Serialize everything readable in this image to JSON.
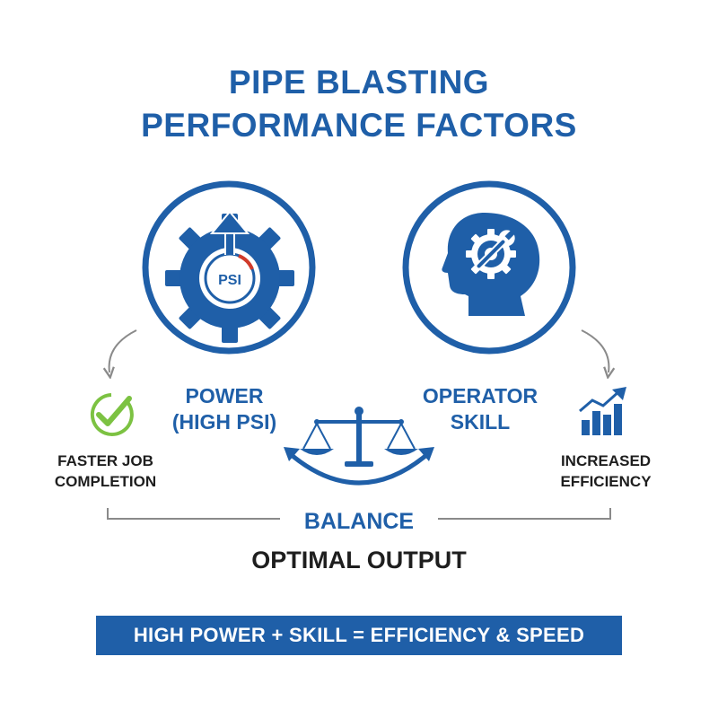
{
  "title": {
    "line1": "PIPE BLASTING",
    "line2": "PERFORMANCE FACTORS"
  },
  "power": {
    "line1": "POWER",
    "line2": "(HIGH PSI)",
    "gauge_text": "PSI",
    "icon": "gear-arrow-gauge-icon"
  },
  "skill": {
    "line1": "OPERATOR",
    "line2": "SKILL",
    "icon": "head-gear-wrench-icon"
  },
  "left_outcome": {
    "line1": "FASTER JOB",
    "line2": "COMPLETION",
    "icon": "checkmark-icon"
  },
  "right_outcome": {
    "line1": "INCREASED",
    "line2": "EFFICIENCY",
    "icon": "bar-chart-up-icon"
  },
  "balance": {
    "label": "BALANCE",
    "icon": "balance-scale-icon"
  },
  "optimal": "OPTIMAL OUTPUT",
  "equation": "HIGH POWER + SKILL = EFFICIENCY & SPEED",
  "colors": {
    "primary": "#1f5fa8",
    "check_green": "#7cc242",
    "gauge_red": "#d03a2a",
    "connector_gray": "#8a8a8a",
    "text_dark": "#1e1e1e"
  }
}
